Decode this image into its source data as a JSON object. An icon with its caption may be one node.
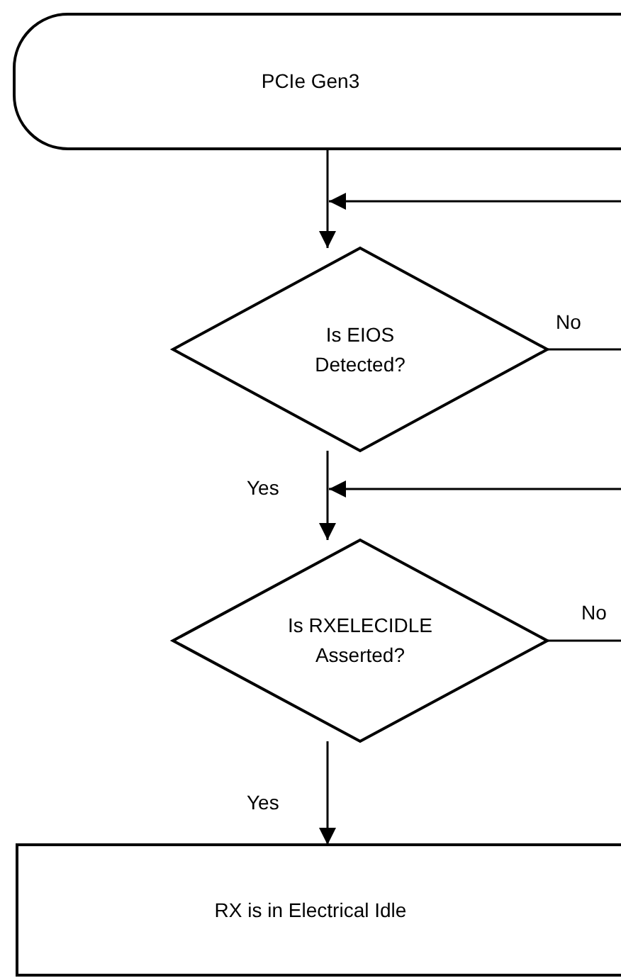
{
  "diagram": {
    "nodes": [
      {
        "text": [
          "PCIe Gen3"
        ]
      },
      {
        "text": [
          "Is EIOS Detected?"
        ]
      },
      {
        "text": [
          "Is RXELECIDLE Asserted?"
        ]
      },
      {
        "text": [
          "RX is in Electrical Idle"
        ]
      }
    ],
    "edges": [
      {
        "from": 0,
        "to": 1,
        "arrow": "to"
      },
      {
        "from": null,
        "to": 1,
        "arrow": "to"
      },
      {
        "from": 1,
        "to": null,
        "arrow": "none",
        "label": "No"
      },
      {
        "from": 1,
        "to": 2,
        "arrow": "to",
        "label": "Yes"
      },
      {
        "from": null,
        "to": 2,
        "arrow": "to"
      },
      {
        "from": 2,
        "to": null,
        "arrow": "none",
        "label": "No"
      },
      {
        "from": 2,
        "to": 3,
        "arrow": "to",
        "label": "Yes"
      }
    ]
  }
}
